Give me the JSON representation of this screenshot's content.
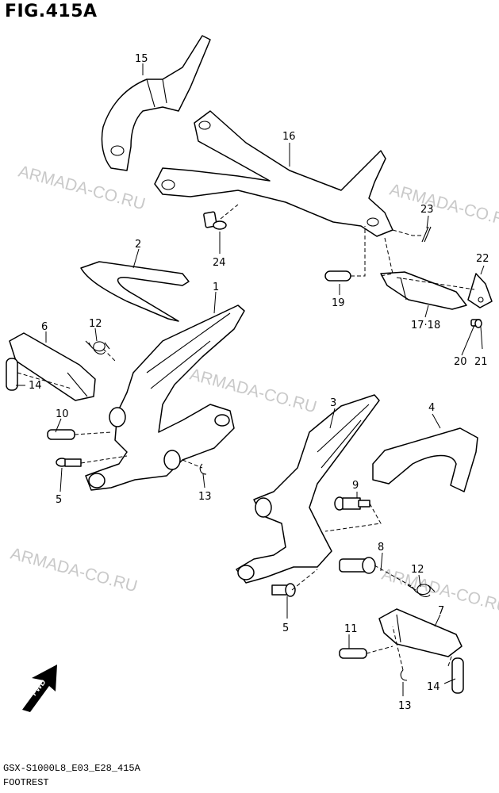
{
  "figure": {
    "title": "FIG.415A",
    "code": "GSX-S1000L8_E03_E28_415A",
    "name": "FOOTREST"
  },
  "watermark": "ARMADA-CO.RU",
  "fwd_label": "FWD",
  "callouts": [
    "15",
    "16",
    "2",
    "23",
    "22",
    "24",
    "19",
    "17·18",
    "1",
    "21",
    "20",
    "6",
    "12",
    "14",
    "10",
    "5",
    "13",
    "3",
    "4",
    "9",
    "8",
    "12",
    "7",
    "5",
    "11",
    "14",
    "13"
  ]
}
